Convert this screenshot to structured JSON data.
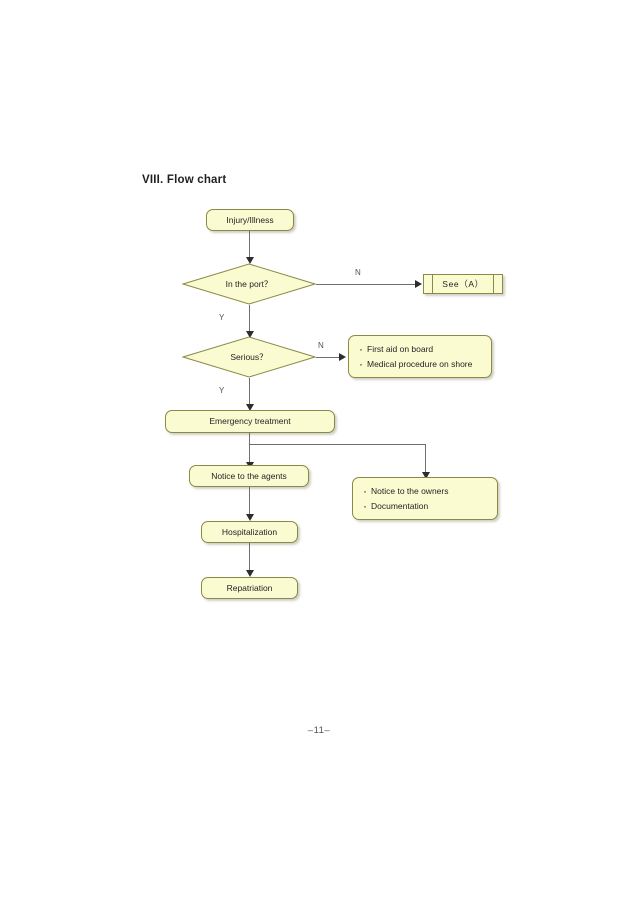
{
  "page": {
    "heading": "VIII. Flow chart",
    "footer": "–11–"
  },
  "chart_data": {
    "type": "diagram",
    "title": "VIII. Flow chart",
    "nodes": [
      {
        "id": "injury",
        "label": "Injury/Illness",
        "shape": "process"
      },
      {
        "id": "in_port",
        "label": "In the port？",
        "shape": "decision"
      },
      {
        "id": "see_a",
        "label": "See（A）",
        "shape": "predefined-process"
      },
      {
        "id": "serious",
        "label": "Serious？",
        "shape": "decision"
      },
      {
        "id": "first_aid",
        "label": "· First aid on board / · Medical procedure on shore",
        "shape": "note",
        "items": [
          "First aid on board",
          "Medical procedure on shore"
        ]
      },
      {
        "id": "emergency",
        "label": "Emergency treatment",
        "shape": "process"
      },
      {
        "id": "agents",
        "label": "Notice to the agents",
        "shape": "process"
      },
      {
        "id": "owners",
        "label": "· Notice to the owners / · Documentation",
        "shape": "note",
        "items": [
          "Notice to the owners",
          "Documentation"
        ]
      },
      {
        "id": "hospital",
        "label": "Hospitalization",
        "shape": "process"
      },
      {
        "id": "repat",
        "label": "Repatriation",
        "shape": "process"
      }
    ],
    "edges": [
      {
        "from": "injury",
        "to": "in_port",
        "label": ""
      },
      {
        "from": "in_port",
        "to": "see_a",
        "label": "N"
      },
      {
        "from": "in_port",
        "to": "serious",
        "label": "Y"
      },
      {
        "from": "serious",
        "to": "first_aid",
        "label": "N"
      },
      {
        "from": "serious",
        "to": "emergency",
        "label": "Y"
      },
      {
        "from": "emergency",
        "to": "agents",
        "label": ""
      },
      {
        "from": "emergency",
        "to": "owners",
        "label": ""
      },
      {
        "from": "agents",
        "to": "hospital",
        "label": ""
      },
      {
        "from": "hospital",
        "to": "repat",
        "label": ""
      }
    ],
    "colors": {
      "node_fill": "#fbfbd2",
      "node_border": "#8a8a45",
      "connector": "#6f6f6f",
      "text": "#231f20"
    }
  },
  "nodes": {
    "injury": {
      "label": "Injury/Illness"
    },
    "in_port": {
      "label": "In the port？"
    },
    "see_a": {
      "label": "See（A）"
    },
    "serious": {
      "label": "Serious？"
    },
    "first_aid": {
      "item1": "First aid on board",
      "item2": "Medical procedure on shore"
    },
    "emergency": {
      "label": "Emergency treatment"
    },
    "agents": {
      "label": "Notice to the agents"
    },
    "owners": {
      "item1": "Notice to the owners",
      "item2": "Documentation"
    },
    "hospital": {
      "label": "Hospitalization"
    },
    "repat": {
      "label": "Repatriation"
    }
  },
  "edge_labels": {
    "in_port_n": "N",
    "in_port_y": "Y",
    "serious_n": "N",
    "serious_y": "Y"
  }
}
